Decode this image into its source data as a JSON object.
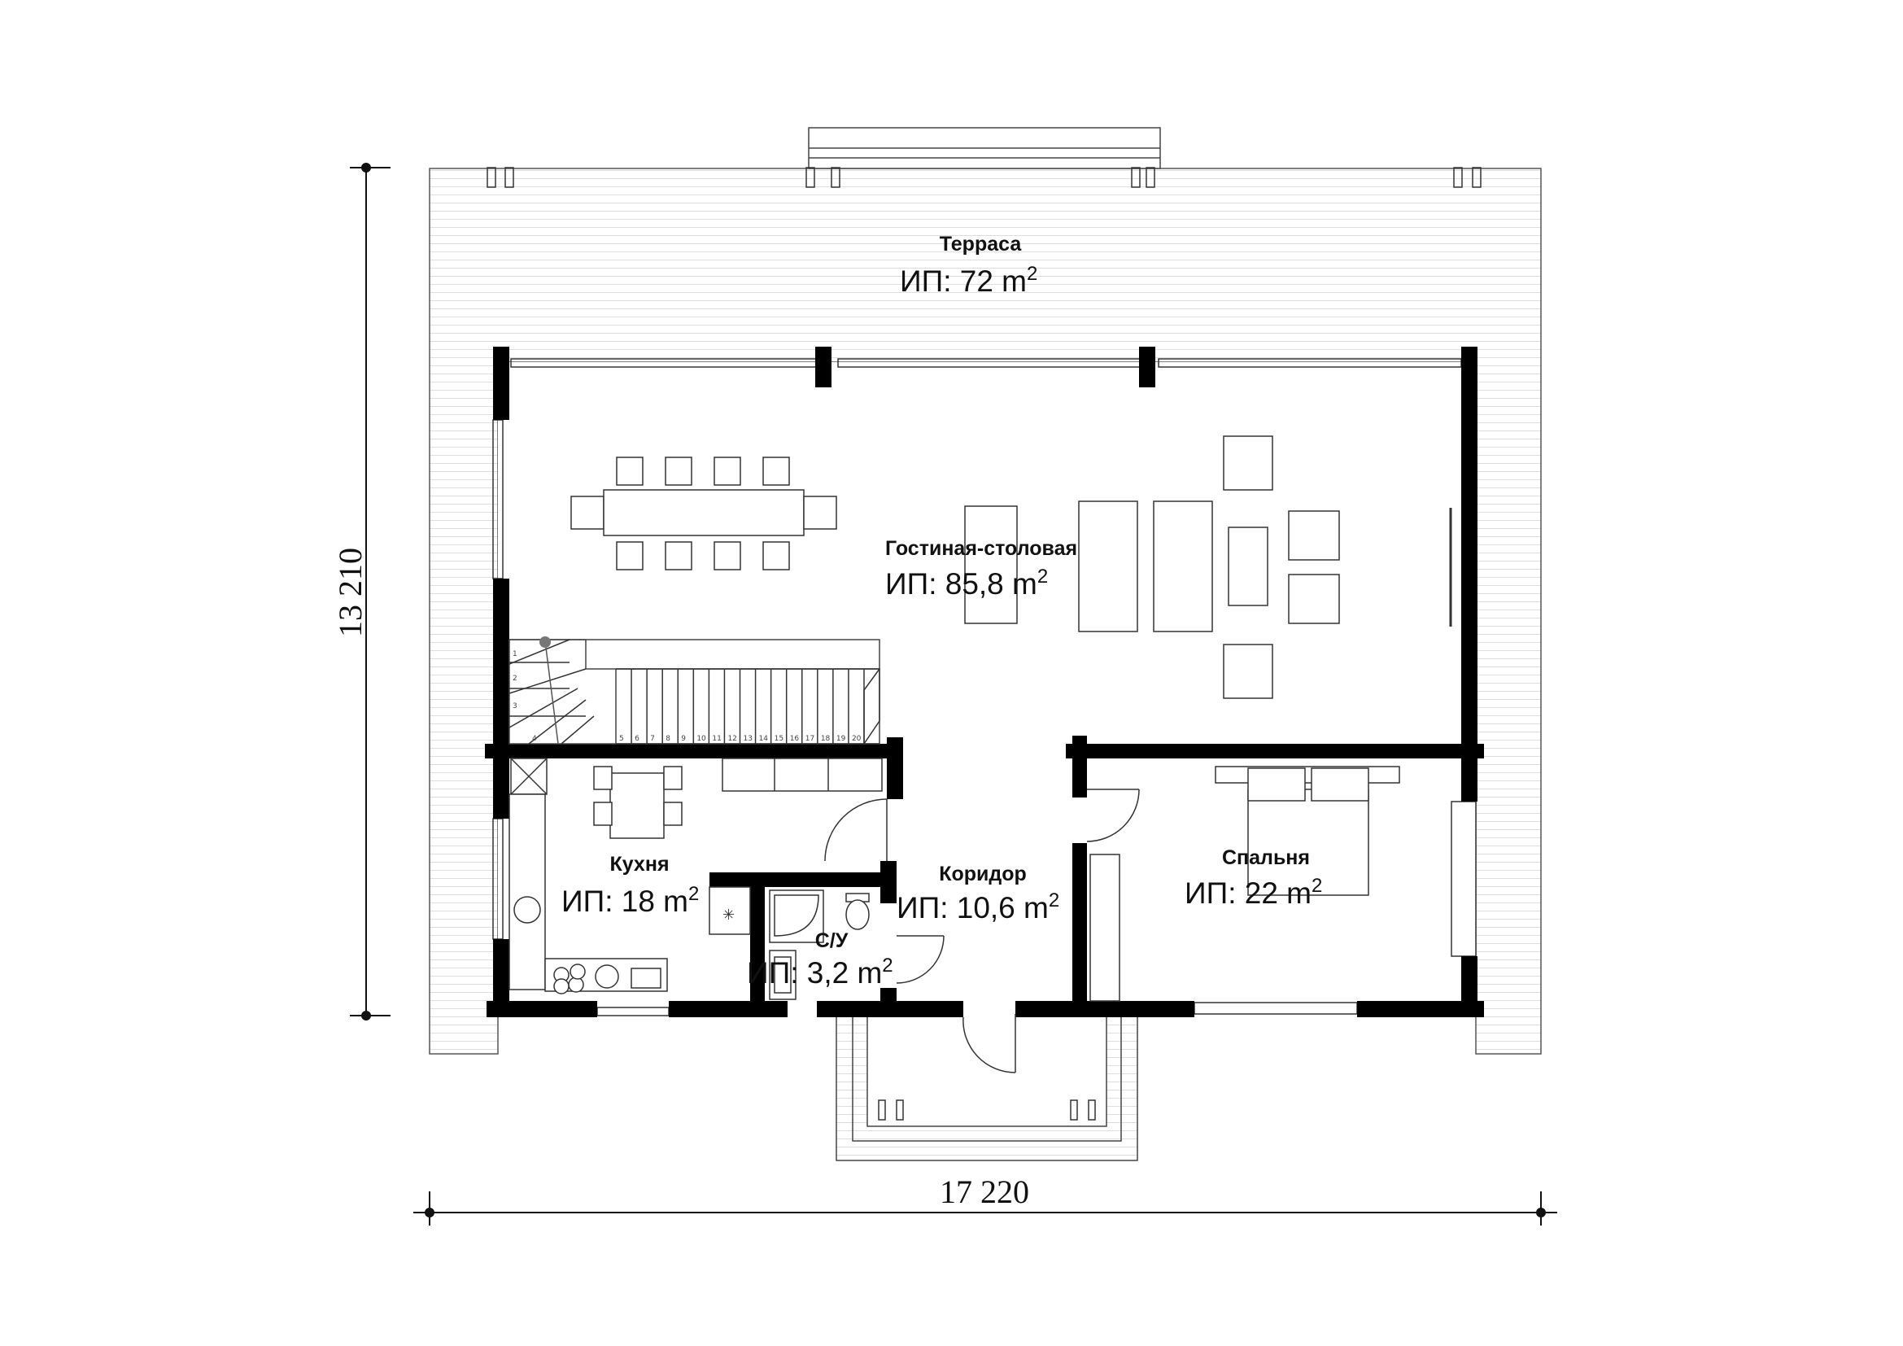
{
  "rooms": {
    "terrace": {
      "name": "Терраса",
      "area": "ИП: 72 m",
      "unit_sup": "2"
    },
    "living": {
      "name": "Гостиная-столовая",
      "area": "ИП: 85,8 m",
      "unit_sup": "2"
    },
    "kitchen": {
      "name": "Кухня",
      "area": "ИП: 18 m",
      "unit_sup": "2"
    },
    "corridor": {
      "name": "Коридор",
      "area": "ИП: 10,6 m",
      "unit_sup": "2"
    },
    "bathroom": {
      "name": "С/У",
      "area": "ИП: 3,2 m",
      "unit_sup": "2"
    },
    "bedroom": {
      "name": "Спальня",
      "area": "ИП: 22 m",
      "unit_sup": "2"
    }
  },
  "dimensions": {
    "width": "17 220",
    "height": "13 210"
  },
  "stairs": {
    "steps": [
      "1",
      "2",
      "3",
      "4",
      "5",
      "6",
      "7",
      "8",
      "9",
      "10",
      "11",
      "12",
      "13",
      "14",
      "15",
      "16",
      "17",
      "18",
      "19",
      "20"
    ]
  },
  "colors": {
    "wall": "#000000",
    "line": "#333333",
    "deck": "#dddddd"
  }
}
